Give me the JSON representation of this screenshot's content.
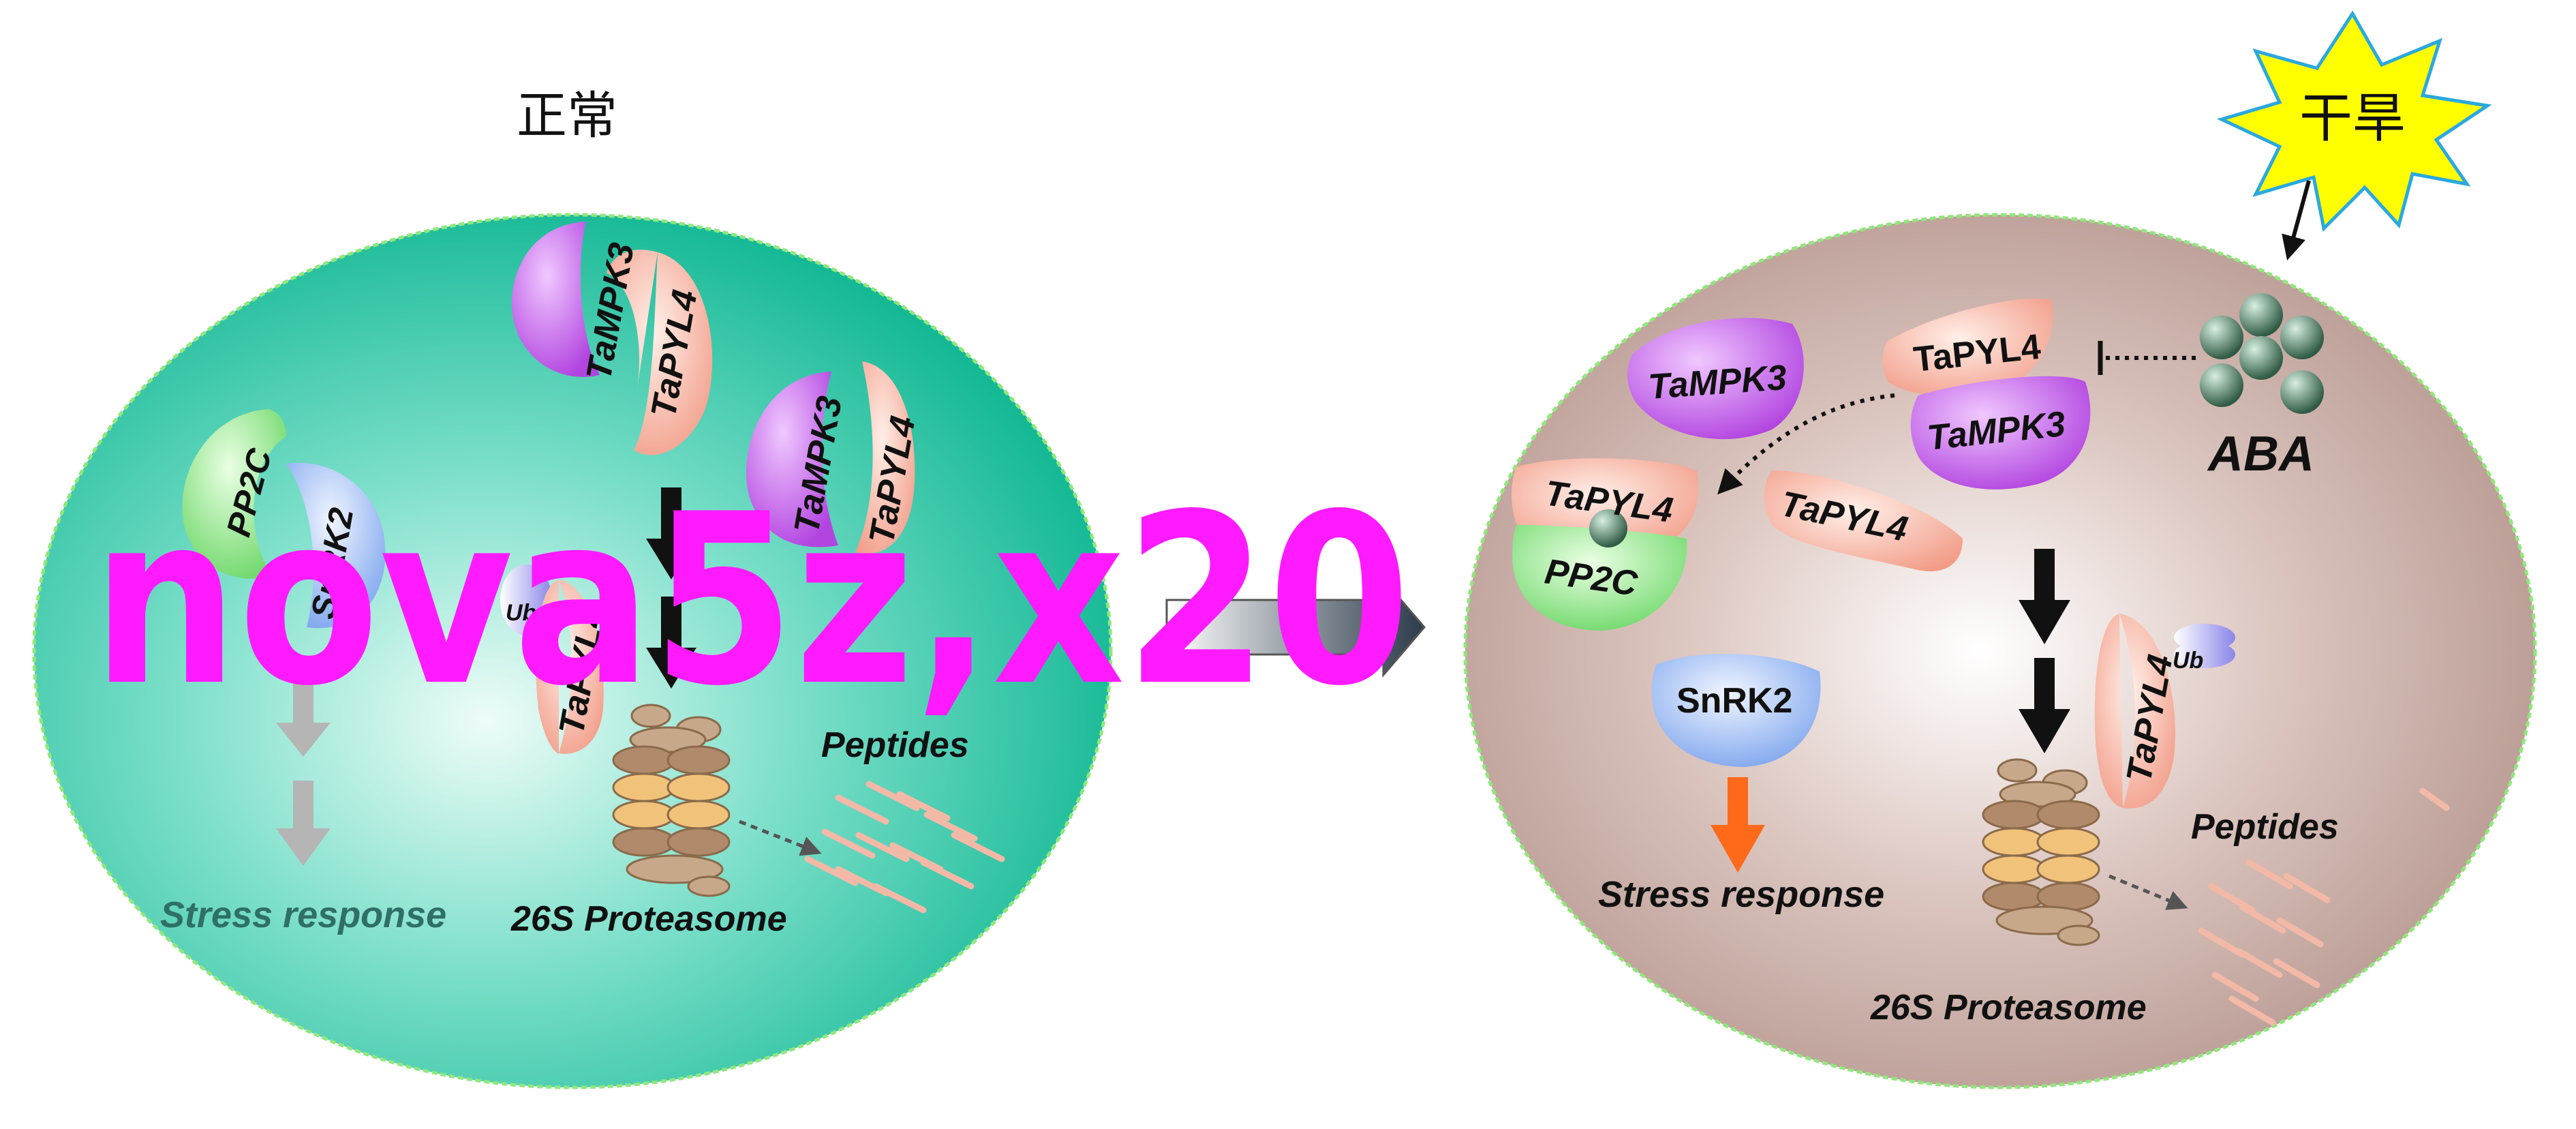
{
  "condition_normal": "正常",
  "condition_drought": "干旱",
  "aba_label": "ABA",
  "watermark": "nova5z,x20",
  "left_cell": {
    "tampk3_a": "TaMPK3",
    "tapyl4_a": "TaPYL4",
    "tampk3_b": "TaMPK3",
    "tapyl4_b": "TaPYL4",
    "pp2c": "PP2C",
    "snrk2": "SnRK2",
    "ub": "Ub",
    "tapyl4_ub": "TaPYL4",
    "peptides": "Peptides",
    "stress_response": "Stress response",
    "proteasome": "26S Proteasome"
  },
  "right_cell": {
    "tampk3_free": "TaMPK3",
    "tapyl4_complex": "TaPYL4",
    "tampk3_complex": "TaMPK3",
    "tapyl4_pp2c": "TaPYL4",
    "pp2c": "PP2C",
    "tapyl4_free": "TaPYL4",
    "snrk2": "SnRK2",
    "ub": "Ub",
    "tapyl4_ub": "TaPYL4",
    "peptides": "Peptides",
    "stress_response": "Stress response",
    "proteasome": "26S Proteasome"
  },
  "colors": {
    "left_cell_center": "#e6faf5",
    "left_cell_edge": "#12b894",
    "right_cell_center": "#ffffff",
    "right_cell_edge": "#b69890",
    "tampk3": "#c05ce6",
    "tapyl4": "#f6b6a6",
    "pp2c": "#8fe88a",
    "snrk2": "#8fb2f2",
    "burst": "#ffff00",
    "stress_arrow": "#ff6a1a",
    "watermark": "#ff1aff"
  }
}
